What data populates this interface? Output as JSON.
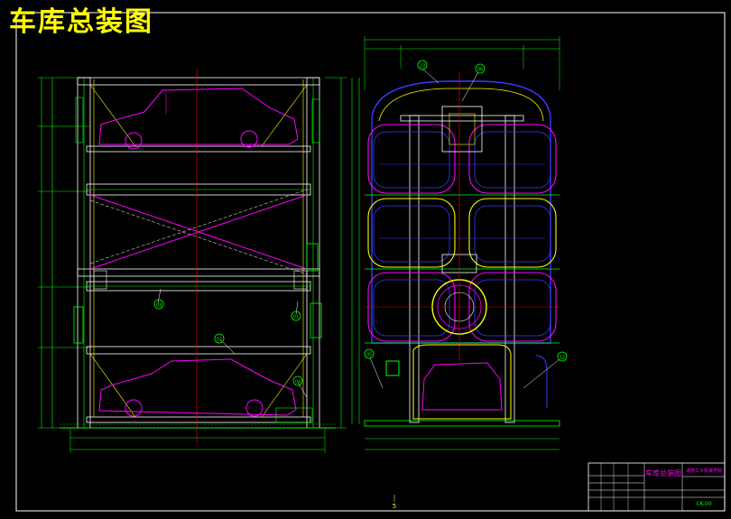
{
  "drawing": {
    "title": "车库总装图",
    "background": "#000000",
    "colors": {
      "frame": "#ffffff",
      "frame_green": "#00ff00",
      "car": "#ff00ff",
      "structure_yellow": "#ffff00",
      "blue": "#3a3aff",
      "center_red": "#ff0000",
      "cyan": "#00ffff",
      "title_yellow": "#ffff00"
    }
  },
  "callouts": {
    "left": [
      "03",
      "01",
      "02",
      "04"
    ],
    "right": [
      "23",
      "06",
      "05",
      "12"
    ]
  },
  "title_block": {
    "drawing_name": "车库总装图",
    "drawing_no": "CK-00",
    "school": "湖南工大机械学院"
  },
  "footer_mark": "5"
}
